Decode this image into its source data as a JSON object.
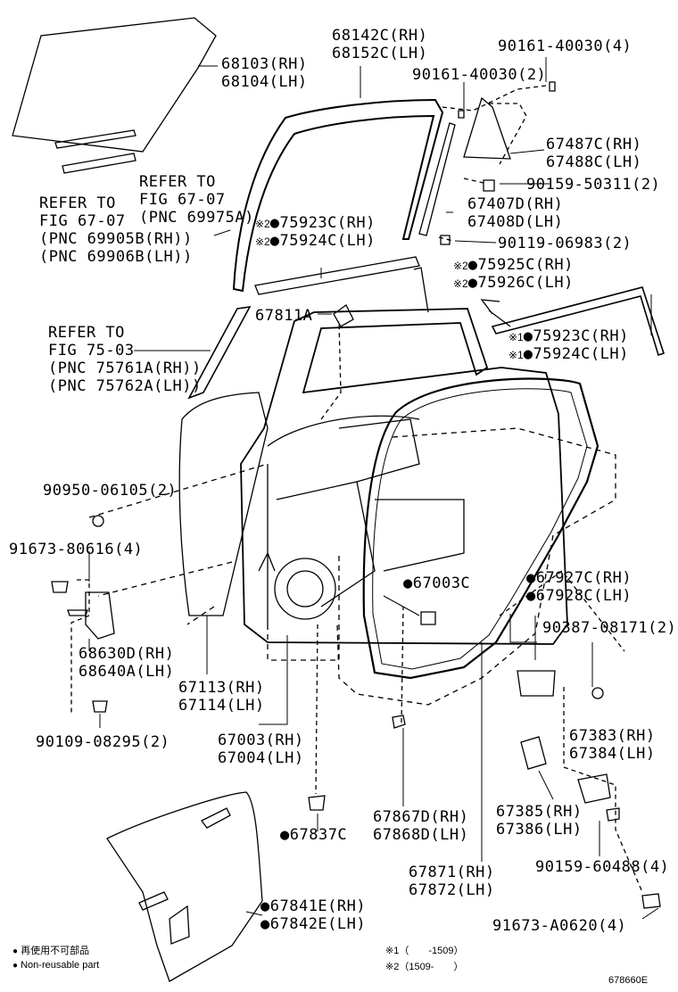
{
  "labels": {
    "glass": [
      "68103(RH)",
      "68104(LH)"
    ],
    "frame_weatherstrip": [
      "68142C(RH)",
      "68152C(LH)"
    ],
    "screw_top": "90161-40030(4)",
    "screw_mid": "90161-40030(2)",
    "quarter_glass": [
      "67487C(RH)",
      "67488C(LH)"
    ],
    "screw_90159_50311": "90159-50311(2)",
    "channel": [
      "67407D(RH)",
      "67408D(LH)"
    ],
    "note_75923": [
      "※2",
      "75923C(RH)"
    ],
    "note_75924": [
      "※2",
      "75924C(LH)"
    ],
    "bolt_90119": "90119-06983(2)",
    "note_75925": [
      "※2",
      "75925C(RH)"
    ],
    "note_75926": [
      "※2",
      "75926C(LH)"
    ],
    "refer_69975": [
      "REFER TO",
      "FIG 67-07",
      "(PNC 69975A)"
    ],
    "refer_69905": [
      "REFER TO",
      "FIG 67-07",
      "(PNC 69905B(RH))",
      "(PNC 69906B(LH))"
    ],
    "cover": "67811A",
    "outer_strip_rh": [
      "※1",
      "75923C(RH)"
    ],
    "outer_strip_lh": [
      "※1",
      "75924C(LH)"
    ],
    "refer_75761": [
      "REFER TO",
      "FIG 75-03",
      "(PNC 75761A(RH))",
      "(PNC 75762A(LH))"
    ],
    "plug": "90950-06105(2)",
    "bolt_91673_80616": "91673-80616(4)",
    "hinge": [
      "68630D(RH)",
      "68640A(LH)"
    ],
    "bolt_90109": "90109-08295(2)",
    "panel_outer": [
      "67113(RH)",
      "67114(LH)"
    ],
    "door_panel": [
      "67003(RH)",
      "67004(LH)"
    ],
    "panel_sub": "67003C",
    "weatherstrip": [
      "67927C(RH)",
      "67928C(LH)"
    ],
    "screw_90387": "90387-08171(2)",
    "check": [
      "67383(RH)",
      "67384(LH)"
    ],
    "striker": [
      "67385(RH)",
      "67386(LH)"
    ],
    "bolt_90159_60488": "90159-60488(4)",
    "bolt_91673_a0620": "91673-A0620(4)",
    "clip_67867": [
      "67867D(RH)",
      "67868D(LH)"
    ],
    "clip_67871": [
      "67871(RH)",
      "67872(LH)"
    ],
    "clip_67837": "67837C",
    "service_hole_cover": [
      "67841E(RH)",
      "67842E(LH)"
    ]
  },
  "legend": {
    "jp": "再使用不可部品",
    "en": "Non-reusable part",
    "note1": "※1（　　-1509）",
    "note2": "※2（1509-　　）"
  },
  "diagram_id": "678660E"
}
